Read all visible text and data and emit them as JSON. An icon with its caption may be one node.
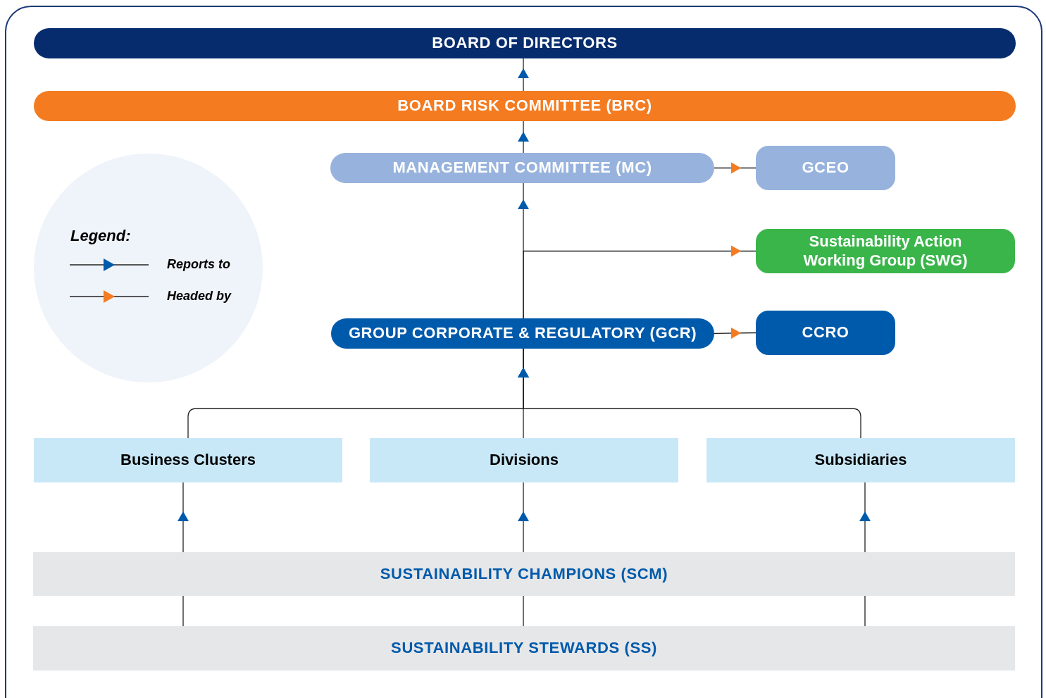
{
  "diagram": {
    "nodes": [
      {
        "text": [
          "BOARD OF DIRECTORS"
        ]
      },
      {
        "text": [
          "BOARD RISK COMMITTEE (BRC)"
        ]
      },
      {
        "text": [
          "MANAGEMENT COMMITTEE (MC)"
        ]
      },
      {
        "text": [
          "GCEO"
        ]
      },
      {
        "text": [
          "Sustainability Action Working Group (SWG)"
        ]
      },
      {
        "text": [
          "GROUP CORPORATE & REGULATORY (GCR)"
        ]
      },
      {
        "text": [
          "CCRO"
        ]
      },
      {
        "text": [
          "Business Clusters"
        ]
      },
      {
        "text": [
          "Divisions"
        ]
      },
      {
        "text": [
          "Subsidiaries"
        ]
      },
      {
        "text": [
          "SUSTAINABILITY CHAMPIONS (SCM)"
        ]
      },
      {
        "text": [
          "SUSTAINABILITY STEWARDS (SS)"
        ]
      },
      {
        "text": [
          "Legend:"
        ]
      }
    ],
    "edges": [
      {
        "from": 1,
        "to": 0,
        "arrow": "to"
      },
      {
        "from": 2,
        "to": 1,
        "arrow": "to"
      },
      {
        "from": 2,
        "to": 3,
        "arrow": "to"
      },
      {
        "from": 5,
        "to": 2,
        "arrow": "to"
      },
      {
        "from": 5,
        "to": 4,
        "arrow": "to"
      },
      {
        "from": 5,
        "to": 6,
        "arrow": "to"
      },
      {
        "from": 7,
        "to": 5,
        "arrow": "to"
      },
      {
        "from": 8,
        "to": 5,
        "arrow": "to"
      },
      {
        "from": 9,
        "to": 5,
        "arrow": "to"
      },
      {
        "from": 10,
        "to": 7,
        "arrow": "to"
      },
      {
        "from": 10,
        "to": 8,
        "arrow": "to"
      },
      {
        "from": 10,
        "to": 9,
        "arrow": "to"
      },
      {
        "from": 11,
        "to": 10,
        "arrow": "none"
      },
      {
        "from": 11,
        "to": 10,
        "arrow": "none"
      },
      {
        "from": 11,
        "to": 10,
        "arrow": "none"
      }
    ],
    "legend": [
      {
        "text": "Reports to"
      },
      {
        "text": "Headed by"
      }
    ]
  }
}
